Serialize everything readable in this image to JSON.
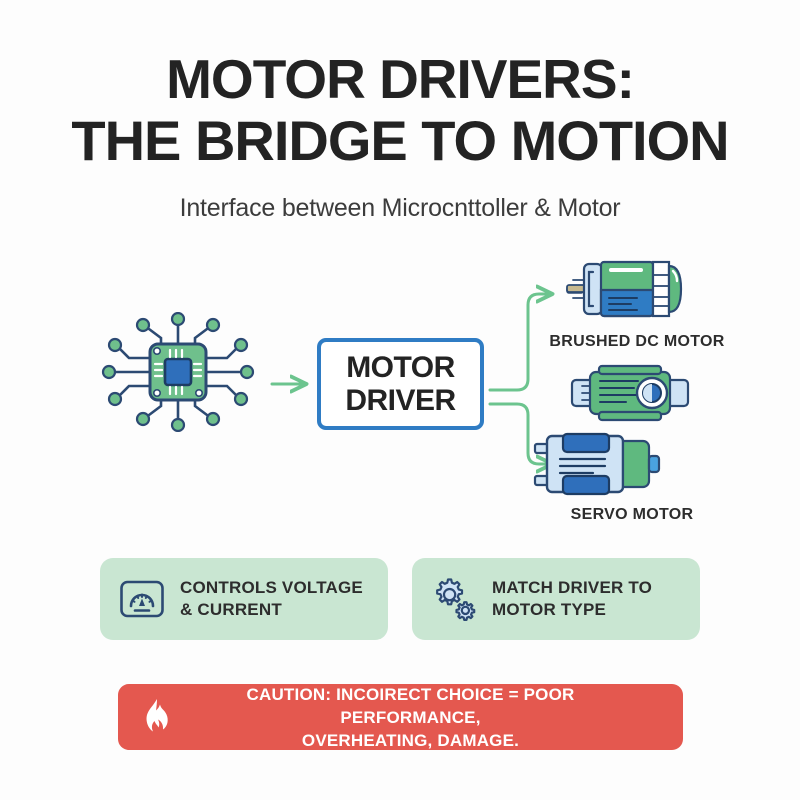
{
  "header": {
    "title_line1": "MOTOR DRIVERS:",
    "title_line2": "THE BRIDGE TO MOTION",
    "subtitle": "Interface between Microcnttoller & Motor"
  },
  "diagram": {
    "source_icon": "microcontroller-chip-icon",
    "driver_line1": "MOTOR",
    "driver_line2": "DRIVER",
    "motors": [
      {
        "label": "BRUSHED DC MOTOR",
        "icon": "brushed-dc-motor-icon"
      },
      {
        "label": "",
        "icon": "gear-motor-icon"
      },
      {
        "label": "SERVO MOTOR",
        "icon": "servo-motor-icon"
      }
    ]
  },
  "features": [
    {
      "icon": "gauge-icon",
      "line1": "CONTROLS VOLTAGE",
      "line2": "& CURRENT"
    },
    {
      "icon": "gears-icon",
      "line1": "MATCH DRIVER TO",
      "line2": "MOTOR TYPE"
    }
  ],
  "caution": {
    "icon": "flame-icon",
    "line1": "CAUTION: INCOIRECT CHOICE = POOR PERFORMANCE,",
    "line2": "OVERHEATING, DAMAGE."
  },
  "colors": {
    "background": "#fdfdfd",
    "title": "#232323",
    "accent_green": "#6cc48e",
    "chip_green": "#6fc08c",
    "driver_border": "#2f7cc4",
    "feature_bg": "#c9e6d2",
    "caution_bg": "#e4584f",
    "icon_navy": "#2c4a73"
  }
}
